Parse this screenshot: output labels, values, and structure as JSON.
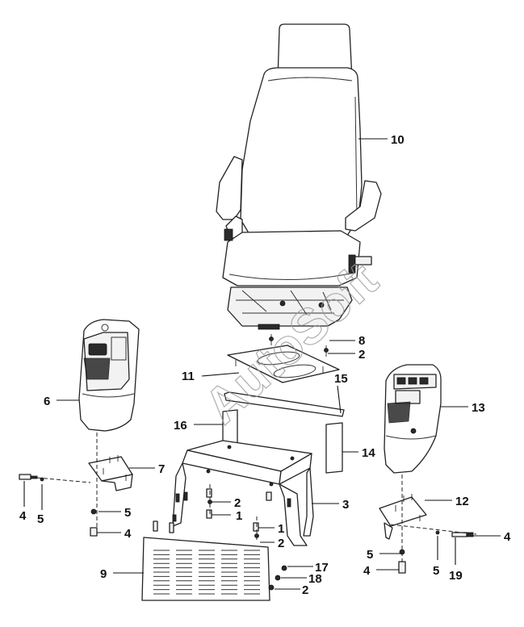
{
  "watermark": "AutoSoft",
  "callouts": [
    {
      "id": "c10",
      "label": "10"
    },
    {
      "id": "c8",
      "label": "8"
    },
    {
      "id": "c2a",
      "label": "2"
    },
    {
      "id": "c11",
      "label": "11"
    },
    {
      "id": "c15",
      "label": "15"
    },
    {
      "id": "c6",
      "label": "6"
    },
    {
      "id": "c13",
      "label": "13"
    },
    {
      "id": "c16",
      "label": "16"
    },
    {
      "id": "c14",
      "label": "14"
    },
    {
      "id": "c7",
      "label": "7"
    },
    {
      "id": "c3",
      "label": "3"
    },
    {
      "id": "c12",
      "label": "12"
    },
    {
      "id": "c4a",
      "label": "4"
    },
    {
      "id": "c5a",
      "label": "5"
    },
    {
      "id": "c2b",
      "label": "2"
    },
    {
      "id": "c1a",
      "label": "1"
    },
    {
      "id": "c5b",
      "label": "5"
    },
    {
      "id": "c1b",
      "label": "1"
    },
    {
      "id": "c4b",
      "label": "4"
    },
    {
      "id": "c2c",
      "label": "2"
    },
    {
      "id": "c4c",
      "label": "4"
    },
    {
      "id": "c5c",
      "label": "5"
    },
    {
      "id": "c9",
      "label": "9"
    },
    {
      "id": "c17",
      "label": "17"
    },
    {
      "id": "c18",
      "label": "18"
    },
    {
      "id": "c2d",
      "label": "2"
    },
    {
      "id": "c4d",
      "label": "4"
    },
    {
      "id": "c5d",
      "label": "5"
    },
    {
      "id": "c19",
      "label": "19"
    }
  ]
}
